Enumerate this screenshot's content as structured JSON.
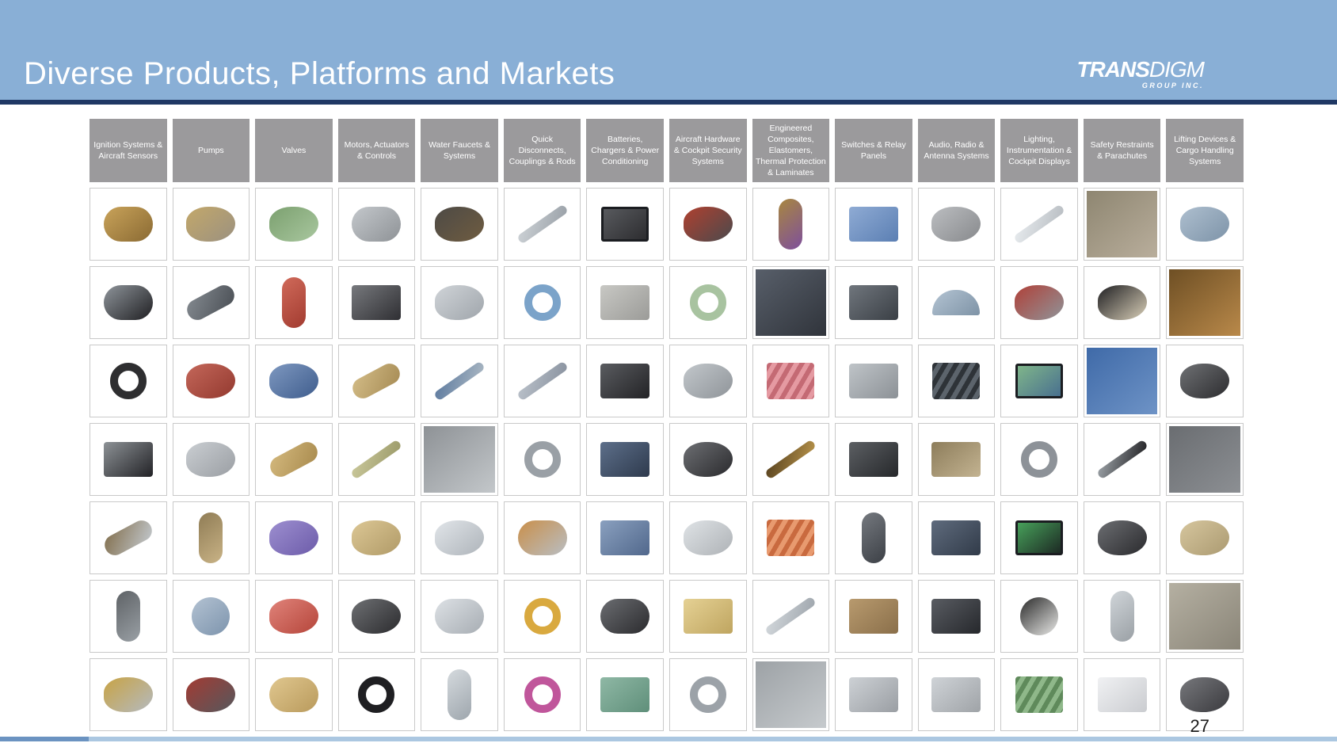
{
  "theme": {
    "title_bar_bg": "#89afd6",
    "navy_line": "#1f3864",
    "col_header_bg": "#9b9a9c",
    "cell_border": "#c9c9c9",
    "footer_left": "#6b93c1",
    "footer_right": "#abc7e1"
  },
  "slide": {
    "title": "Diverse Products, Platforms and Markets",
    "logo": {
      "brand_bold": "TRANS",
      "brand_light": "DIGM",
      "subtitle": "GROUP INC."
    },
    "page_number": "27"
  },
  "grid": {
    "columns": [
      {
        "header": "Ignition Systems & Aircraft Sensors",
        "cells": [
          {
            "desc": "brass igniter exciter assembly",
            "shape": "pill-h",
            "colors": [
              "#8a6a33",
              "#c9a35a"
            ]
          },
          {
            "desc": "black ignition exciter with silver nose",
            "shape": "pill-h",
            "colors": [
              "#1f1f22",
              "#8f959b"
            ]
          },
          {
            "desc": "ignition lead cable harness",
            "shape": "ring",
            "colors": [
              "#2e2e30"
            ]
          },
          {
            "desc": "sensor box with leads",
            "shape": "box",
            "colors": [
              "#222226",
              "#8d9296"
            ]
          },
          {
            "desc": "silver sensor probe",
            "shape": "pill-d",
            "colors": [
              "#c2c8cd",
              "#83704f"
            ]
          },
          {
            "desc": "igniter plug",
            "shape": "pill-v",
            "colors": [
              "#9aa0a5",
              "#5e6266"
            ]
          },
          {
            "desc": "silver fitting with brass gauge",
            "shape": "blob",
            "colors": [
              "#b4bac0",
              "#c8a344"
            ]
          }
        ]
      },
      {
        "header": "Pumps",
        "cells": [
          {
            "desc": "gear pump with impeller",
            "shape": "blob",
            "colors": [
              "#9b9180",
              "#c3a86a"
            ]
          },
          {
            "desc": "gray pump motor",
            "shape": "pill-d",
            "colors": [
              "#4b5056",
              "#83898f"
            ]
          },
          {
            "desc": "red fuel pump",
            "shape": "blob",
            "colors": [
              "#93392f",
              "#c4675a"
            ]
          },
          {
            "desc": "silver pump assembly",
            "shape": "blob",
            "colors": [
              "#9a9ea3",
              "#caced2"
            ]
          },
          {
            "desc": "tan fuel pump",
            "shape": "pill-v",
            "colors": [
              "#c9b386",
              "#8f7c55"
            ]
          },
          {
            "desc": "blue-gray round pump",
            "shape": "circle",
            "colors": [
              "#7d94ad",
              "#b3c2d2"
            ]
          },
          {
            "desc": "gray pump with red fittings",
            "shape": "blob",
            "colors": [
              "#55585d",
              "#a33b33"
            ]
          }
        ]
      },
      {
        "header": "Valves",
        "cells": [
          {
            "desc": "green valve casting",
            "shape": "blob",
            "colors": [
              "#a9c79f",
              "#7ba06f"
            ]
          },
          {
            "desc": "red solenoid valve",
            "shape": "pill-v",
            "colors": [
              "#a23b30",
              "#d06a5a"
            ]
          },
          {
            "desc": "blue valve manifold",
            "shape": "blob",
            "colors": [
              "#3f5d8d",
              "#7e98c0"
            ]
          },
          {
            "desc": "bronze rotary valve",
            "shape": "pill-d",
            "colors": [
              "#a98b4e",
              "#d3b87d"
            ]
          },
          {
            "desc": "purple valve assembly",
            "shape": "blob",
            "colors": [
              "#6c5ba9",
              "#9d8fd0"
            ]
          },
          {
            "desc": "red flanged valve",
            "shape": "blob",
            "colors": [
              "#b5453a",
              "#e0837a"
            ]
          },
          {
            "desc": "brass fittings pair",
            "shape": "pill-h",
            "colors": [
              "#b99a5c",
              "#e0c78f"
            ]
          }
        ]
      },
      {
        "header": "Motors, Actuators & Controls",
        "cells": [
          {
            "desc": "linear actuator rod",
            "shape": "pill-h",
            "colors": [
              "#8e9296",
              "#c4c8cc"
            ]
          },
          {
            "desc": "control box with cable",
            "shape": "box",
            "colors": [
              "#2f2f33",
              "#77797d"
            ]
          },
          {
            "desc": "bronze rotary actuator",
            "shape": "pill-d",
            "colors": [
              "#a78c55",
              "#d2bb86"
            ]
          },
          {
            "desc": "actuator arm",
            "shape": "rod-d",
            "colors": [
              "#9c9b6a",
              "#c9c79a"
            ]
          },
          {
            "desc": "brass servo manifold",
            "shape": "blob",
            "colors": [
              "#b09a67",
              "#dcc795"
            ]
          },
          {
            "desc": "black motor manifold",
            "shape": "blob",
            "colors": [
              "#2b2b2e",
              "#6e7073"
            ]
          },
          {
            "desc": "black control yoke handle",
            "shape": "ring",
            "colors": [
              "#1f1f22"
            ]
          }
        ]
      },
      {
        "header": "Water Faucets & Systems",
        "cells": [
          {
            "desc": "brass water pump with wheel",
            "shape": "blob",
            "colors": [
              "#6f5c40",
              "#4d4a46"
            ]
          },
          {
            "desc": "steel plumbing assembly",
            "shape": "blob",
            "colors": [
              "#9fa5ab",
              "#d0d4d8"
            ]
          },
          {
            "desc": "faucet sprayer",
            "shape": "rod-d",
            "colors": [
              "#a9b6c2",
              "#5f7ca0"
            ]
          },
          {
            "desc": "shower system photo",
            "shape": "photo",
            "colors": [
              "#c3c7ca",
              "#8e9296"
            ]
          },
          {
            "desc": "chrome sensor faucet",
            "shape": "blob",
            "colors": [
              "#aeb4ba",
              "#e1e5e9"
            ]
          },
          {
            "desc": "chrome bar faucet",
            "shape": "pill-h",
            "colors": [
              "#a7adb3",
              "#dde1e5"
            ]
          },
          {
            "desc": "chrome faucet head",
            "shape": "pill-v",
            "colors": [
              "#9ea6ad",
              "#d5dade"
            ]
          }
        ]
      },
      {
        "header": "Quick Disconnects, Couplings & Rods",
        "cells": [
          {
            "desc": "metal rods and struts",
            "shape": "rod-d",
            "colors": [
              "#9aa1a8",
              "#ccd1d5"
            ]
          },
          {
            "desc": "blue eye coupling",
            "shape": "ring",
            "colors": [
              "#7ba3c9"
            ]
          },
          {
            "desc": "curved control rod",
            "shape": "rod-d",
            "colors": [
              "#8a93a0",
              "#b9c0c9"
            ]
          },
          {
            "desc": "round coupling face",
            "shape": "ring",
            "colors": [
              "#9aa0a6"
            ]
          },
          {
            "desc": "quick disconnect fitting",
            "shape": "pill-h",
            "colors": [
              "#b9bec3",
              "#c98f4a"
            ]
          },
          {
            "desc": "yellow protective cap with lanyard",
            "shape": "ring",
            "colors": [
              "#d9a93f"
            ]
          },
          {
            "desc": "magenta clamp coupling",
            "shape": "ring",
            "colors": [
              "#c0569b"
            ]
          }
        ]
      },
      {
        "header": "Batteries, Chargers & Power Conditioning",
        "cells": [
          {
            "desc": "battery charger analyzer",
            "shape": "screen",
            "colors": [
              "#2d2d30",
              "#585a5e"
            ]
          },
          {
            "desc": "battery case with strap",
            "shape": "box",
            "colors": [
              "#9b9b98",
              "#c8c8c4"
            ]
          },
          {
            "desc": "ribbed power unit",
            "shape": "box",
            "colors": [
              "#232326",
              "#5a5c60"
            ]
          },
          {
            "desc": "battery box",
            "shape": "box",
            "colors": [
              "#2e3a4d",
              "#5d6f8a"
            ]
          },
          {
            "desc": "power conditioning unit",
            "shape": "box",
            "colors": [
              "#51688c",
              "#8aa0bf"
            ]
          },
          {
            "desc": "blower cylinder",
            "shape": "pill-h",
            "colors": [
              "#2b2b2e",
              "#6b6d71"
            ]
          },
          {
            "desc": "green power cabinet",
            "shape": "box",
            "colors": [
              "#5f8f7a",
              "#8fb8a5"
            ]
          }
        ]
      },
      {
        "header": "Aircraft Hardware & Cockpit Security Systems",
        "cells": [
          {
            "desc": "latch mechanism with red card",
            "shape": "blob",
            "colors": [
              "#4a4a4d",
              "#b0402f"
            ]
          },
          {
            "desc": "green coiled lanyard reel",
            "shape": "ring",
            "colors": [
              "#a8c3a0"
            ]
          },
          {
            "desc": "gray hinge bracket",
            "shape": "blob",
            "colors": [
              "#8f9499",
              "#c2c7cb"
            ]
          },
          {
            "desc": "black clamp pair",
            "shape": "blob",
            "colors": [
              "#2a2a2d",
              "#6d6f73"
            ]
          },
          {
            "desc": "cockpit door bracket",
            "shape": "blob",
            "colors": [
              "#aeb2b6",
              "#dfe3e6"
            ]
          },
          {
            "desc": "brass lock unit",
            "shape": "box",
            "colors": [
              "#bfa560",
              "#e5d194"
            ]
          },
          {
            "desc": "door handle oval",
            "shape": "ring",
            "colors": [
              "#9ca2a8"
            ]
          }
        ]
      },
      {
        "header": "Engineered Composites, Elastomers, Thermal Protection & Laminates",
        "cells": [
          {
            "desc": "purple elastomer fitting",
            "shape": "pill-v",
            "colors": [
              "#7e4f9c",
              "#a8873f"
            ]
          },
          {
            "desc": "composite panels with gaskets photo",
            "shape": "photo",
            "colors": [
              "#30343b",
              "#585f6a"
            ]
          },
          {
            "desc": "perforated laminate sheets",
            "shape": "stripes",
            "colors": [
              "#c46a74",
              "#e59aa2"
            ]
          },
          {
            "desc": "insulated rod",
            "shape": "rod-d",
            "colors": [
              "#b59149",
              "#5a4420"
            ]
          },
          {
            "desc": "orange silicone hoses",
            "shape": "stripes",
            "colors": [
              "#c96a3f",
              "#e89a6f"
            ]
          },
          {
            "desc": "composite rail",
            "shape": "rod-d",
            "colors": [
              "#9fa6ad",
              "#d2d7db"
            ]
          },
          {
            "desc": "insulated tanks photo",
            "shape": "photo",
            "colors": [
              "#c6cacd",
              "#9da2a6"
            ]
          }
        ]
      },
      {
        "header": "Switches & Relay Panels",
        "cells": [
          {
            "desc": "blue relay block",
            "shape": "box",
            "colors": [
              "#5b7fb3",
              "#8fabd4"
            ]
          },
          {
            "desc": "relay unit",
            "shape": "box",
            "colors": [
              "#3a3f45",
              "#70767d"
            ]
          },
          {
            "desc": "sealed relay",
            "shape": "box",
            "colors": [
              "#8c9196",
              "#bfc4c8"
            ]
          },
          {
            "desc": "switch panel",
            "shape": "box",
            "colors": [
              "#26282b",
              "#5c5f63"
            ]
          },
          {
            "desc": "stacked switch assembly",
            "shape": "pill-v",
            "colors": [
              "#3c4046",
              "#75797f"
            ]
          },
          {
            "desc": "relay panel box",
            "shape": "box",
            "colors": [
              "#8a6f4a",
              "#b89a6e"
            ]
          },
          {
            "desc": "relay cabinet",
            "shape": "box",
            "colors": [
              "#9a9ea3",
              "#cdd1d5"
            ]
          }
        ]
      },
      {
        "header": "Audio, Radio & Antenna Systems",
        "cells": [
          {
            "desc": "radio units with headset",
            "shape": "blob",
            "colors": [
              "#87898c",
              "#bcbec1"
            ]
          },
          {
            "desc": "antenna dome",
            "shape": "dome",
            "colors": [
              "#7e93a6",
              "#b4c4d3"
            ]
          },
          {
            "desc": "antenna panel array",
            "shape": "stripes",
            "colors": [
              "#2e3338",
              "#5c646c"
            ]
          },
          {
            "desc": "avionics radio stack",
            "shape": "box",
            "colors": [
              "#c3b391",
              "#8d7d5b"
            ]
          },
          {
            "desc": "radio transceiver",
            "shape": "box",
            "colors": [
              "#313b49",
              "#5f6b7d"
            ]
          },
          {
            "desc": "audio control keypad",
            "shape": "box",
            "colors": [
              "#26282c",
              "#595c62"
            ]
          },
          {
            "desc": "radio box with connectors",
            "shape": "box",
            "colors": [
              "#9fa3a7",
              "#cfd3d7"
            ]
          }
        ]
      },
      {
        "header": "Lighting, Instrumentation & Cockpit Displays",
        "cells": [
          {
            "desc": "LED light strip",
            "shape": "rod-d",
            "colors": [
              "#b9bec3",
              "#e6eaed"
            ]
          },
          {
            "desc": "panel indicator units",
            "shape": "blob",
            "colors": [
              "#8f9499",
              "#b04038"
            ]
          },
          {
            "desc": "cockpit map displays",
            "shape": "screen",
            "colors": [
              "#49708f",
              "#7fb58a"
            ]
          },
          {
            "desc": "rotary instrument",
            "shape": "ring",
            "colors": [
              "#8d9298"
            ]
          },
          {
            "desc": "control display unit with green text",
            "shape": "screen",
            "colors": [
              "#1d2a24",
              "#47a05a"
            ]
          },
          {
            "desc": "altimeter gauge",
            "shape": "circle",
            "colors": [
              "#e9e9e7",
              "#2a2a2a"
            ]
          },
          {
            "desc": "circuit board stack",
            "shape": "stripes",
            "colors": [
              "#5f8a5b",
              "#8fb88a"
            ]
          }
        ]
      },
      {
        "header": "Safety Restraints & Parachutes",
        "cells": [
          {
            "desc": "paratrooper photo",
            "shape": "photo",
            "colors": [
              "#b9ae9c",
              "#8e8671"
            ]
          },
          {
            "desc": "seatbelt buckle on strap",
            "shape": "blob",
            "colors": [
              "#d9cfb8",
              "#1f1f22"
            ]
          },
          {
            "desc": "parachute pack photo",
            "shape": "photo",
            "colors": [
              "#6e93c6",
              "#3f6aa8"
            ]
          },
          {
            "desc": "restraint strap with buckle",
            "shape": "rod-d",
            "colors": [
              "#232326",
              "#9aa0a5"
            ]
          },
          {
            "desc": "four-point harness hub",
            "shape": "blob",
            "colors": [
              "#2a2a2d",
              "#6c6e72"
            ]
          },
          {
            "desc": "release pin",
            "shape": "pill-v",
            "colors": [
              "#9aa0a5",
              "#d0d5d9"
            ]
          },
          {
            "desc": "cargo parachute crate",
            "shape": "box",
            "colors": [
              "#caccd0",
              "#f0f1f3"
            ]
          }
        ]
      },
      {
        "header": "Lifting Devices & Cargo Handling Systems",
        "cells": [
          {
            "desc": "rescue hoist unit",
            "shape": "blob",
            "colors": [
              "#7d93a8",
              "#aebfcf"
            ]
          },
          {
            "desc": "cargo winch photo",
            "shape": "photo",
            "colors": [
              "#b9894a",
              "#6e4f24"
            ]
          },
          {
            "desc": "hoist rigging",
            "shape": "blob",
            "colors": [
              "#2c2c2f",
              "#6f7174"
            ]
          },
          {
            "desc": "cargo deck rollers photo",
            "shape": "photo",
            "colors": [
              "#8c8f93",
              "#6a6d71"
            ]
          },
          {
            "desc": "winch gearbox",
            "shape": "blob",
            "colors": [
              "#ab9a71",
              "#d6c69e"
            ]
          },
          {
            "desc": "cargo track photo",
            "shape": "photo",
            "colors": [
              "#8a8578",
              "#b5b0a2"
            ]
          },
          {
            "desc": "hoist motor with cable",
            "shape": "blob",
            "colors": [
              "#3a3a3e",
              "#77787c"
            ]
          }
        ]
      }
    ]
  }
}
